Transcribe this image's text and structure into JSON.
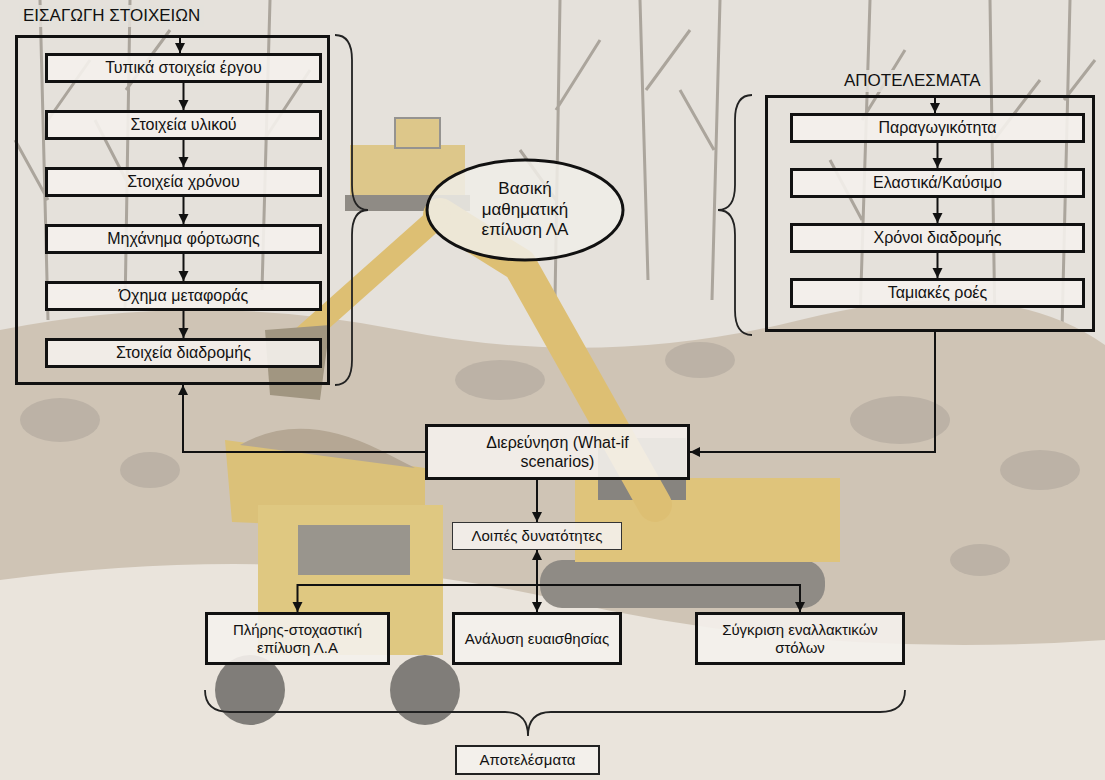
{
  "diagram": {
    "nodes": [
      {
        "text": [
          "ΕΙΣΑΓΩΓΗ ΣΤΟΙΧΕΙΩΝ"
        ]
      },
      {
        "text": [
          "Τυπικά στοιχεία έργου"
        ],
        "in": 0
      },
      {
        "text": [
          "Στοιχεία υλικού"
        ],
        "in": 0
      },
      {
        "text": [
          "Στοιχεία χρόνου"
        ],
        "in": 0
      },
      {
        "text": [
          "Μηχάνημα φόρτωσης"
        ],
        "in": 0
      },
      {
        "text": [
          "Όχημα μεταφοράς"
        ],
        "in": 0
      },
      {
        "text": [
          "Στοιχεία διαδρομής"
        ],
        "in": 0
      },
      {
        "text": [
          "Βασική μαθηματική επίλυση ΛΑ"
        ]
      },
      {
        "text": [
          "ΑΠΟΤΕΛΕΣΜΑΤΑ"
        ]
      },
      {
        "text": [
          "Παραγωγικότητα"
        ],
        "in": 8
      },
      {
        "text": [
          "Ελαστικά/Καύσιμο"
        ],
        "in": 8
      },
      {
        "text": [
          "Χρόνοι διαδρομής"
        ],
        "in": 8
      },
      {
        "text": [
          "Ταμιακές ροές"
        ],
        "in": 8
      },
      {
        "text": [
          "Διερεύνηση (What-if scenarios)"
        ]
      },
      {
        "text": [
          "Λοιπές δυνατότητες"
        ]
      },
      {
        "text": [
          "Πλήρης-στοχαστική επίλυση Λ.Α"
        ]
      },
      {
        "text": [
          "Ανάλυση ευαισθησίας"
        ]
      },
      {
        "text": [
          "Σύγκριση εναλλακτικών στόλων"
        ]
      },
      {
        "text": [
          "Αποτελέσματα"
        ]
      }
    ],
    "edges": [
      {
        "from": 1,
        "to": 2,
        "arrow": "to"
      },
      {
        "from": 2,
        "to": 3,
        "arrow": "to"
      },
      {
        "from": 3,
        "to": 4,
        "arrow": "to"
      },
      {
        "from": 4,
        "to": 5,
        "arrow": "to"
      },
      {
        "from": 5,
        "to": 6,
        "arrow": "to"
      },
      {
        "from": 9,
        "to": 10,
        "arrow": "to"
      },
      {
        "from": 10,
        "to": 11,
        "arrow": "to"
      },
      {
        "from": 11,
        "to": 12,
        "arrow": "to"
      },
      {
        "from": 8,
        "to": 13,
        "arrow": "to"
      },
      {
        "from": 13,
        "to": 0,
        "arrow": "to"
      },
      {
        "from": 13,
        "to": 14,
        "arrow": "to"
      },
      {
        "from": 14,
        "to": 15,
        "arrow": "to"
      },
      {
        "from": 14,
        "to": 16,
        "arrow": "both"
      },
      {
        "from": 14,
        "to": 17,
        "arrow": "to"
      }
    ]
  }
}
